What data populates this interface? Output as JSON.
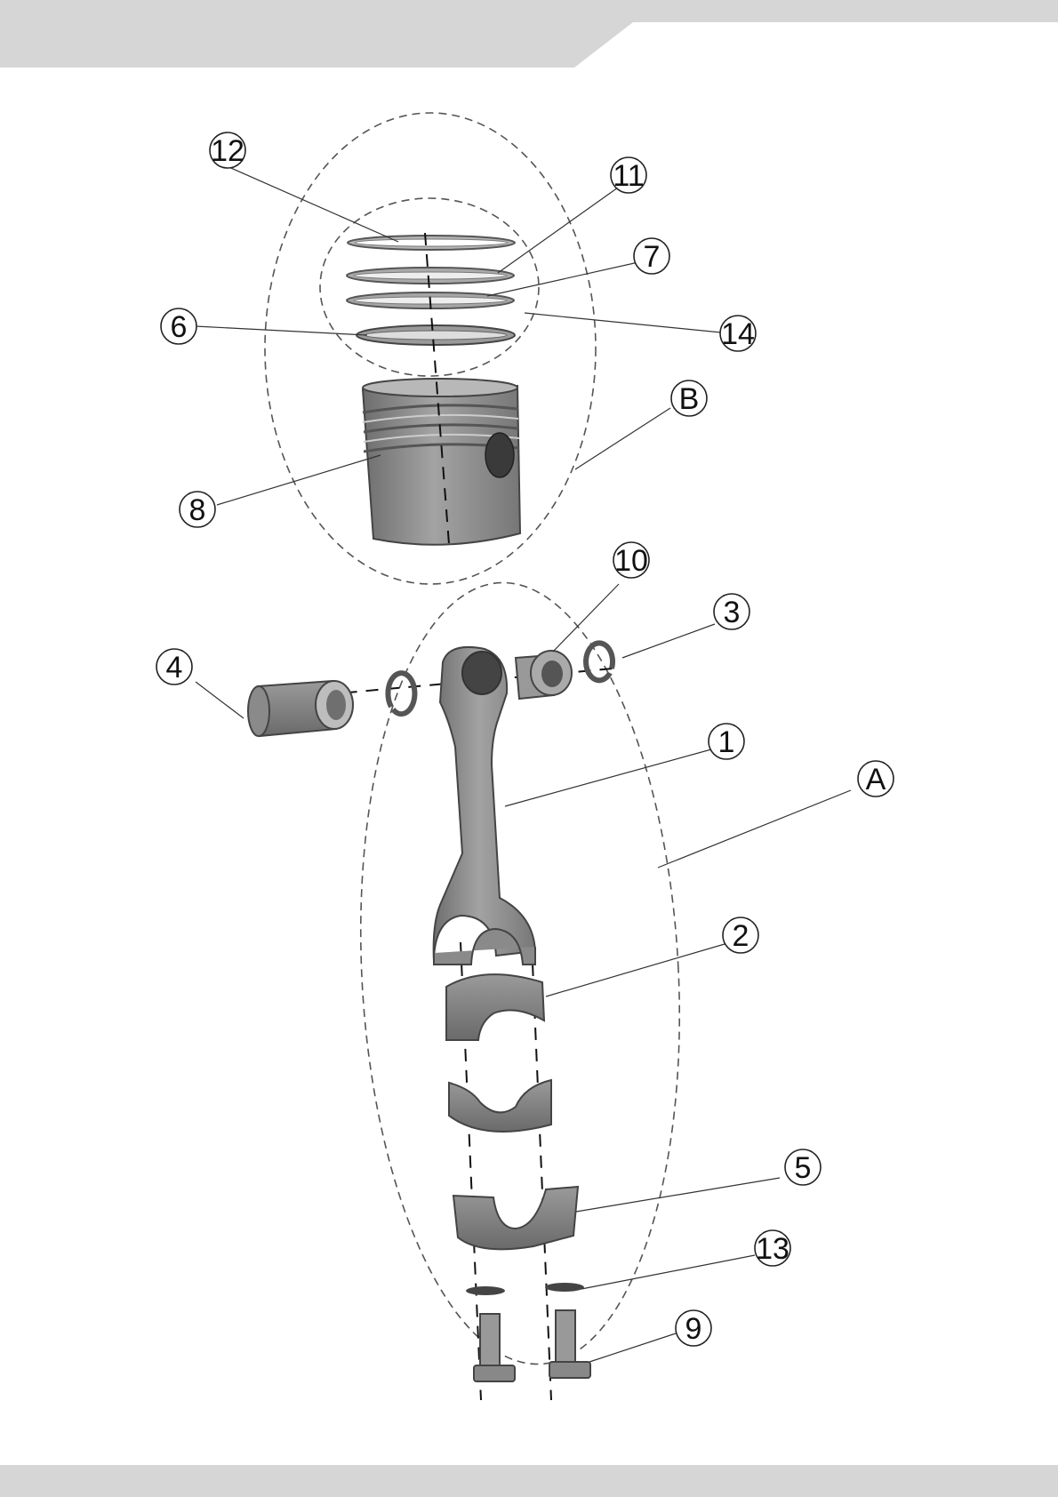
{
  "header_band_color": "#d6d6d6",
  "footer_band_color": "#d6d6d6",
  "part_color": "#8c8c8c",
  "diagram": {
    "assemblies": [
      {
        "label": "A",
        "name": "connecting-rod-assembly"
      },
      {
        "label": "B",
        "name": "piston-assembly"
      }
    ],
    "callouts": [
      "12",
      "11",
      "7",
      "6",
      "14",
      "B",
      "8",
      "10",
      "3",
      "4",
      "1",
      "A",
      "2",
      "5",
      "13",
      "9"
    ]
  }
}
